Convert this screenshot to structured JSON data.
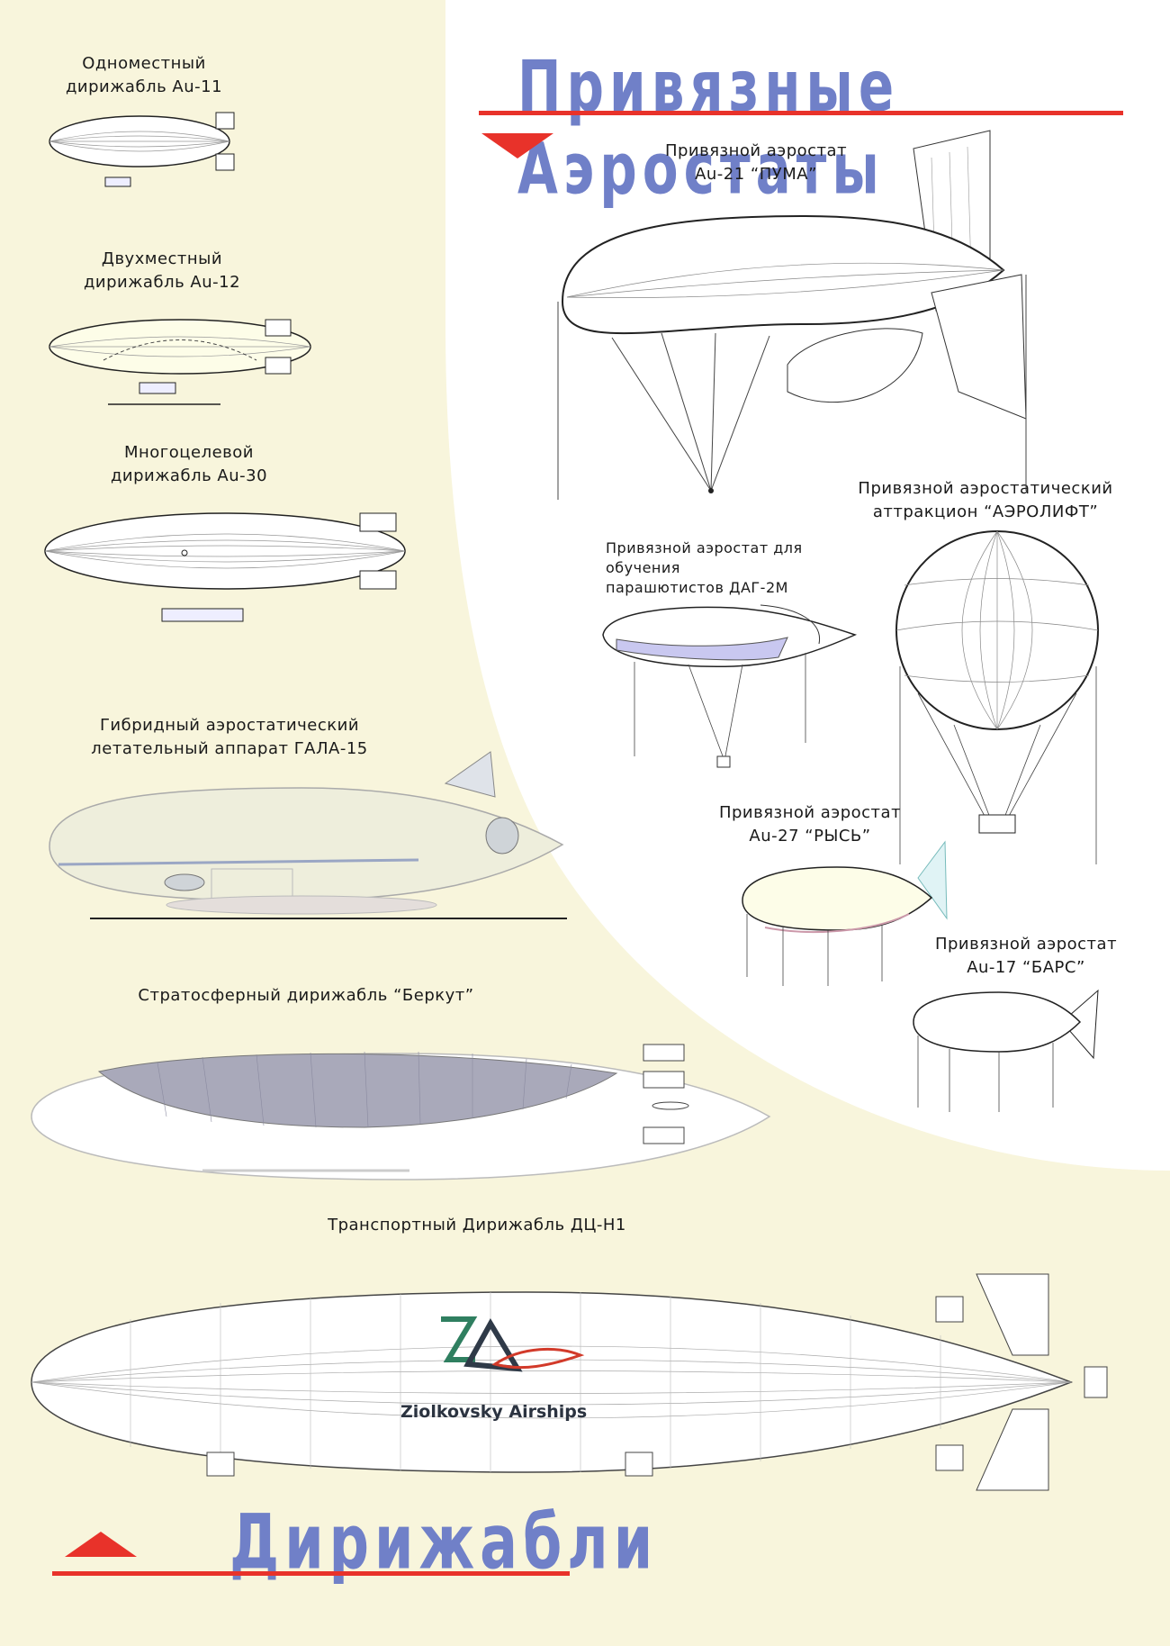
{
  "headers": {
    "top_title": "Привязные Аэростаты",
    "bottom_title": "Дирижабли"
  },
  "captions": {
    "au11": [
      "Одноместный",
      "дирижабль Au-11"
    ],
    "au12": [
      "Двухместный",
      "дирижабль Au-12"
    ],
    "au30": [
      "Многоцелевой",
      "дирижабль Au-30"
    ],
    "gala15": [
      "Гибридный аэростатический",
      "летательный аппарат ГАЛА-15"
    ],
    "berkut": "Стратосферный дирижабль “Беркут”",
    "dcn1": "Транспортный Дирижабль ДЦ-Н1",
    "puma": [
      "Привязной аэростат",
      "Au-21 “ПУМА”"
    ],
    "aerolift": [
      "Привязной аэростатический",
      "аттракцион “АЭРОЛИФТ”"
    ],
    "dag2m": [
      "Привязной аэростат для обучения",
      "парашютистов ДАГ-2М"
    ],
    "rys": [
      "Привязной аэростат",
      "Au-27 “РЫСЬ”"
    ],
    "bars": [
      "Привязной аэростат",
      "Au-17 “БАРС”"
    ]
  },
  "logo": {
    "text": "Ziolkovsky Airships"
  },
  "colors": {
    "background": "#f8f5dc",
    "panel": "#ffffff",
    "title_blue": "#7080c8",
    "accent_red": "#e8322a"
  }
}
